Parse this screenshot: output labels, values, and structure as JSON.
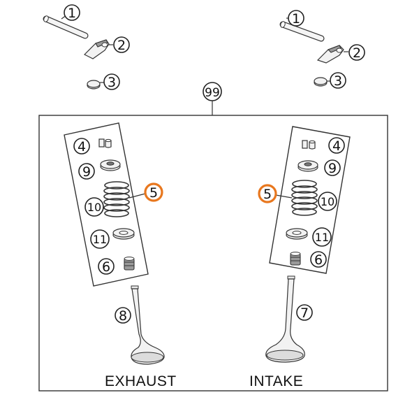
{
  "callouts": {
    "c1": "1",
    "c2": "2",
    "c3": "3",
    "c4": "4",
    "c5": "5",
    "c6": "6",
    "c7": "7",
    "c8": "8",
    "c9": "9",
    "c10": "10",
    "c11": "11",
    "c99": "99"
  },
  "labels": {
    "exhaust": "EXHAUST",
    "intake": "INTAKE"
  },
  "colors": {
    "highlight": "#e8771e",
    "line": "#333333"
  }
}
